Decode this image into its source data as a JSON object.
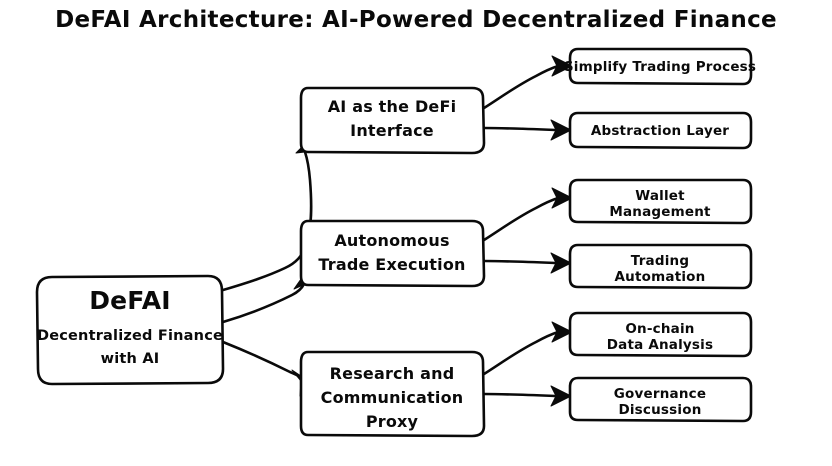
{
  "diagram": {
    "title": "DeFAI Architecture: AI-Powered Decentralized Finance",
    "background_color": "#ffffff",
    "stroke_color": "#0a0a0a",
    "style": "hand-drawn",
    "root": {
      "title": "DeFAI",
      "subtitle_line1": "Decentralized Finance",
      "subtitle_line2": "with AI"
    },
    "branches": [
      {
        "label_line1": "AI as the DeFi",
        "label_line2": "Interface",
        "leaves": [
          {
            "label_line1": "Simplify Trading Process",
            "label_line2": ""
          },
          {
            "label_line1": "Abstraction Layer",
            "label_line2": ""
          }
        ]
      },
      {
        "label_line1": "Autonomous",
        "label_line2": "Trade Execution",
        "leaves": [
          {
            "label_line1": "Wallet",
            "label_line2": "Management"
          },
          {
            "label_line1": "Trading",
            "label_line2": "Automation"
          }
        ]
      },
      {
        "label_line1": "Research and",
        "label_line2": "Communication",
        "label_line3": "Proxy",
        "leaves": [
          {
            "label_line1": "On-chain",
            "label_line2": "Data Analysis"
          },
          {
            "label_line1": "Governance",
            "label_line2": "Discussion"
          }
        ]
      }
    ]
  }
}
